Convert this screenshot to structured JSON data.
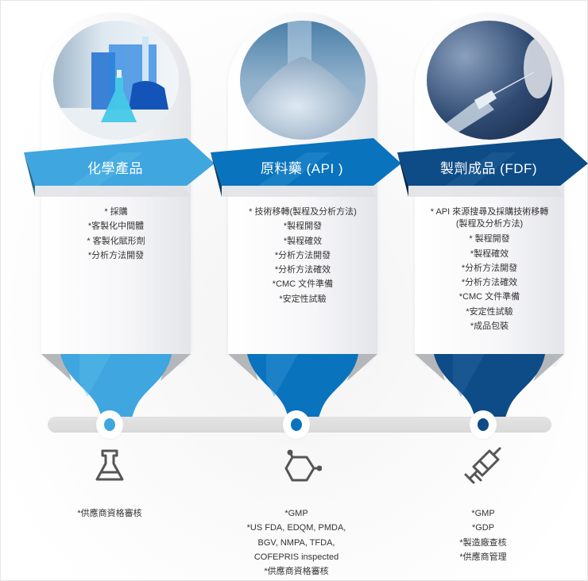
{
  "columns": [
    {
      "title": "化學產品",
      "color": "#3fa6df",
      "color_dark": "#1f7fb8",
      "photo": "blue-glass-lab-flasks",
      "items": [
        "* 採購",
        "*客製化中間體",
        "* 客製化賦形劑",
        "*分析方法開發"
      ],
      "icon": "flask-icon",
      "certifications": [
        "*供應商資格審核"
      ]
    },
    {
      "title": "原料藥 (API )",
      "color": "#0a73bd",
      "color_dark": "#075a96",
      "photo": "white-powder-pile",
      "items": [
        "* 技術移轉(製程及分析方法)",
        "*製程開發",
        "*製程確效",
        "*分析方法開發",
        "*分析方法確效",
        "*CMC  文件準備",
        "*安定性試驗"
      ],
      "icon": "molecule-hexagon-icon",
      "certifications": [
        "*GMP",
        "*US FDA, EDQM, PMDA,",
        "BGV, NMPA, TFDA,",
        "COFEPRIS inspected",
        "*供應商資格審核"
      ]
    },
    {
      "title": "製劑成品 (FDF)",
      "color": "#0d4c86",
      "color_dark": "#083866",
      "photo": "syringe-and-vial",
      "items": [
        "*  API 來源搜尋及採購技術移轉",
        "(製程及分析方法)",
        "* 製程開發",
        "*製程確效",
        "*分析方法開發",
        "*分析方法確效",
        "*CMC  文件準備",
        "*安定性試驗",
        "*成品包裝"
      ],
      "icon": "syringe-icon",
      "certifications": [
        "*GMP",
        "*GDP",
        "*製造廠查核",
        "*供應商管理"
      ]
    }
  ],
  "timeline": {
    "track_color": "#dcdcdc",
    "node_color": "#ffffff"
  }
}
